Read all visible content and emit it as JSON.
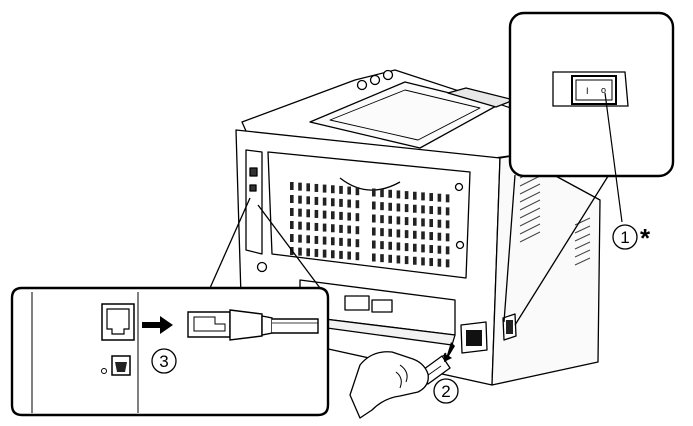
{
  "callouts": {
    "power_switch": "1",
    "power_cord": "2",
    "network_cable": "3",
    "footnote_marker": "*"
  },
  "switch_labels": {
    "on": "I",
    "off": "o"
  }
}
